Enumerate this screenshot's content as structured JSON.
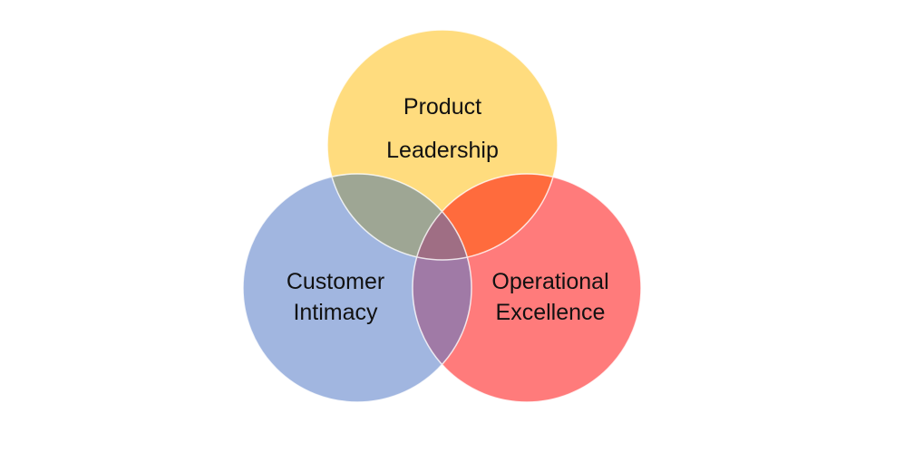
{
  "circles": {
    "product": {
      "line1": "Product",
      "line2": "Leadership",
      "color": "#FFDC7E"
    },
    "customer": {
      "line1": "Customer",
      "line2": "Intimacy",
      "color": "#A1B6E0"
    },
    "operational": {
      "line1": "Operational",
      "line2": "Excellence",
      "color": "#FF7B7B"
    }
  },
  "overlaps": {
    "product_customer": "#9EA694",
    "product_operational": "#FF6B3D",
    "customer_operational": "#A07AA6",
    "all": "#9F6E84"
  }
}
